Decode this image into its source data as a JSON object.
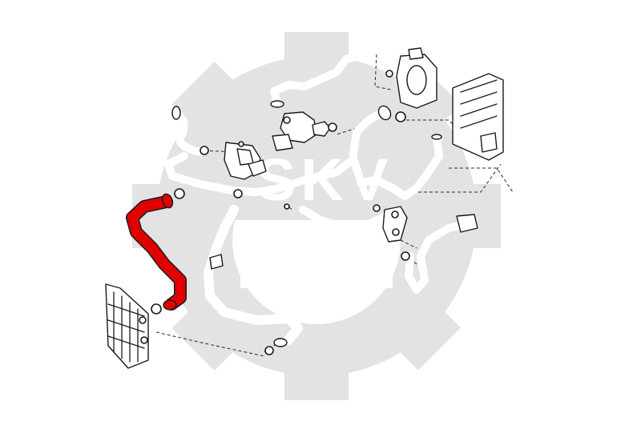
{
  "watermark": {
    "text": "SKV",
    "color": "#e3e3e3",
    "shape": "gear-logo"
  },
  "colors": {
    "highlight": "#e00000",
    "line": "#1a1a1a",
    "background": "#ffffff"
  },
  "highlighted_part": "red-radiator-hose"
}
